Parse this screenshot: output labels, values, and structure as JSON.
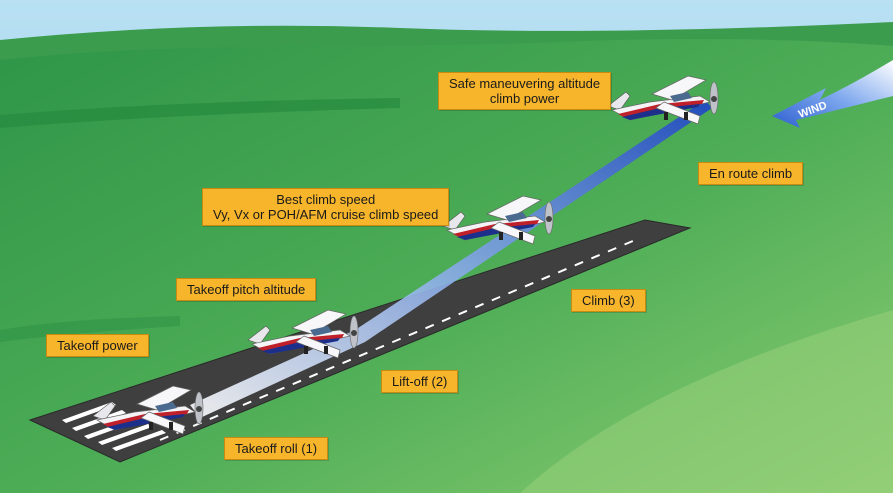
{
  "labels": {
    "safe_altitude": [
      "Safe maneuvering altitude",
      "climb power"
    ],
    "en_route_climb": "En route climb",
    "best_climb": [
      "Best climb speed",
      "Vy, Vx or POH/AFM cruise climb speed"
    ],
    "takeoff_pitch": "Takeoff pitch altitude",
    "climb": "Climb (3)",
    "takeoff_power": "Takeoff power",
    "lift_off": "Lift-off (2)",
    "takeoff_roll": "Takeoff roll (1)",
    "wind": "WIND"
  },
  "colors": {
    "sky": "#9fd0ea",
    "ground_dark": "#2f9a48",
    "ground_light": "#7cc46a",
    "runway": "#3d3d3d",
    "label_fill": "#f7b52c",
    "path_blue": "#2d55c8",
    "wind_arrow": "#3a6fd6"
  }
}
